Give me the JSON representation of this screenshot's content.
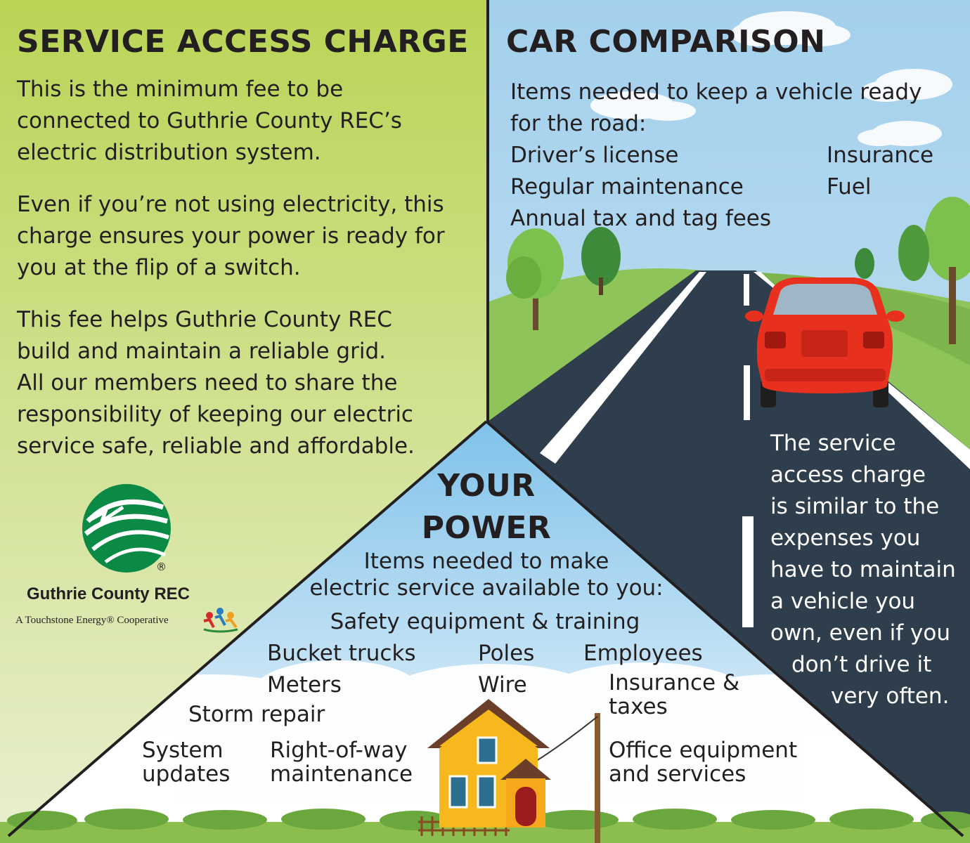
{
  "left_panel": {
    "title": "SERVICE ACCESS CHARGE",
    "paragraph_1": [
      "This is the minimum fee to be",
      "connected to Guthrie County REC’s",
      "electric distribution system."
    ],
    "paragraph_2": [
      "Even if you’re not using electricity, this",
      "charge ensures your power is ready for",
      "you at the flip of a switch."
    ],
    "paragraph_3": [
      "This fee helps Guthrie County REC",
      "build and maintain a reliable grid.",
      "All our members need to share the",
      "responsibility of keeping our electric",
      "service safe, reliable and affordable."
    ],
    "logo": {
      "name": "Guthrie County REC",
      "registered_mark": "®",
      "tagline": "A Touchstone Energy® Cooperative",
      "brand_green": "#0b8a45"
    }
  },
  "right_panel": {
    "title": "CAR COMPARISON",
    "intro": [
      "Items needed to keep a vehicle ready",
      "for the road:"
    ],
    "items_left": [
      "Driver’s license",
      "Regular maintenance",
      "Annual tax and tag fees"
    ],
    "items_right": [
      "Insurance",
      "Fuel"
    ],
    "note": [
      "The service",
      "access charge",
      "is similar to the",
      "expenses you",
      "have to maintain",
      "a vehicle you",
      "own, even if you",
      "don’t drive it",
      "very often."
    ],
    "car_color": "#e8301f"
  },
  "center_panel": {
    "title": [
      "YOUR",
      "POWER"
    ],
    "intro": [
      "Items needed to make",
      "electric service available to you:"
    ],
    "items": {
      "safety": "Safety equipment & training",
      "bucket_trucks": "Bucket trucks",
      "poles": "Poles",
      "employees": "Employees",
      "meters": "Meters",
      "wire": "Wire",
      "insurance_taxes": [
        "Insurance &",
        "taxes"
      ],
      "storm_repair": "Storm repair",
      "system_updates": [
        "System",
        "updates"
      ],
      "right_of_way": [
        "Right-of-way",
        "maintenance"
      ],
      "office": [
        "Office equipment",
        "and services"
      ]
    }
  },
  "colors": {
    "left_bg": "#c1d55e",
    "sky": "#a9d3ec",
    "road": "#2f3e4c",
    "center_sky": "#8cc8ea",
    "grass": "#88c057"
  }
}
